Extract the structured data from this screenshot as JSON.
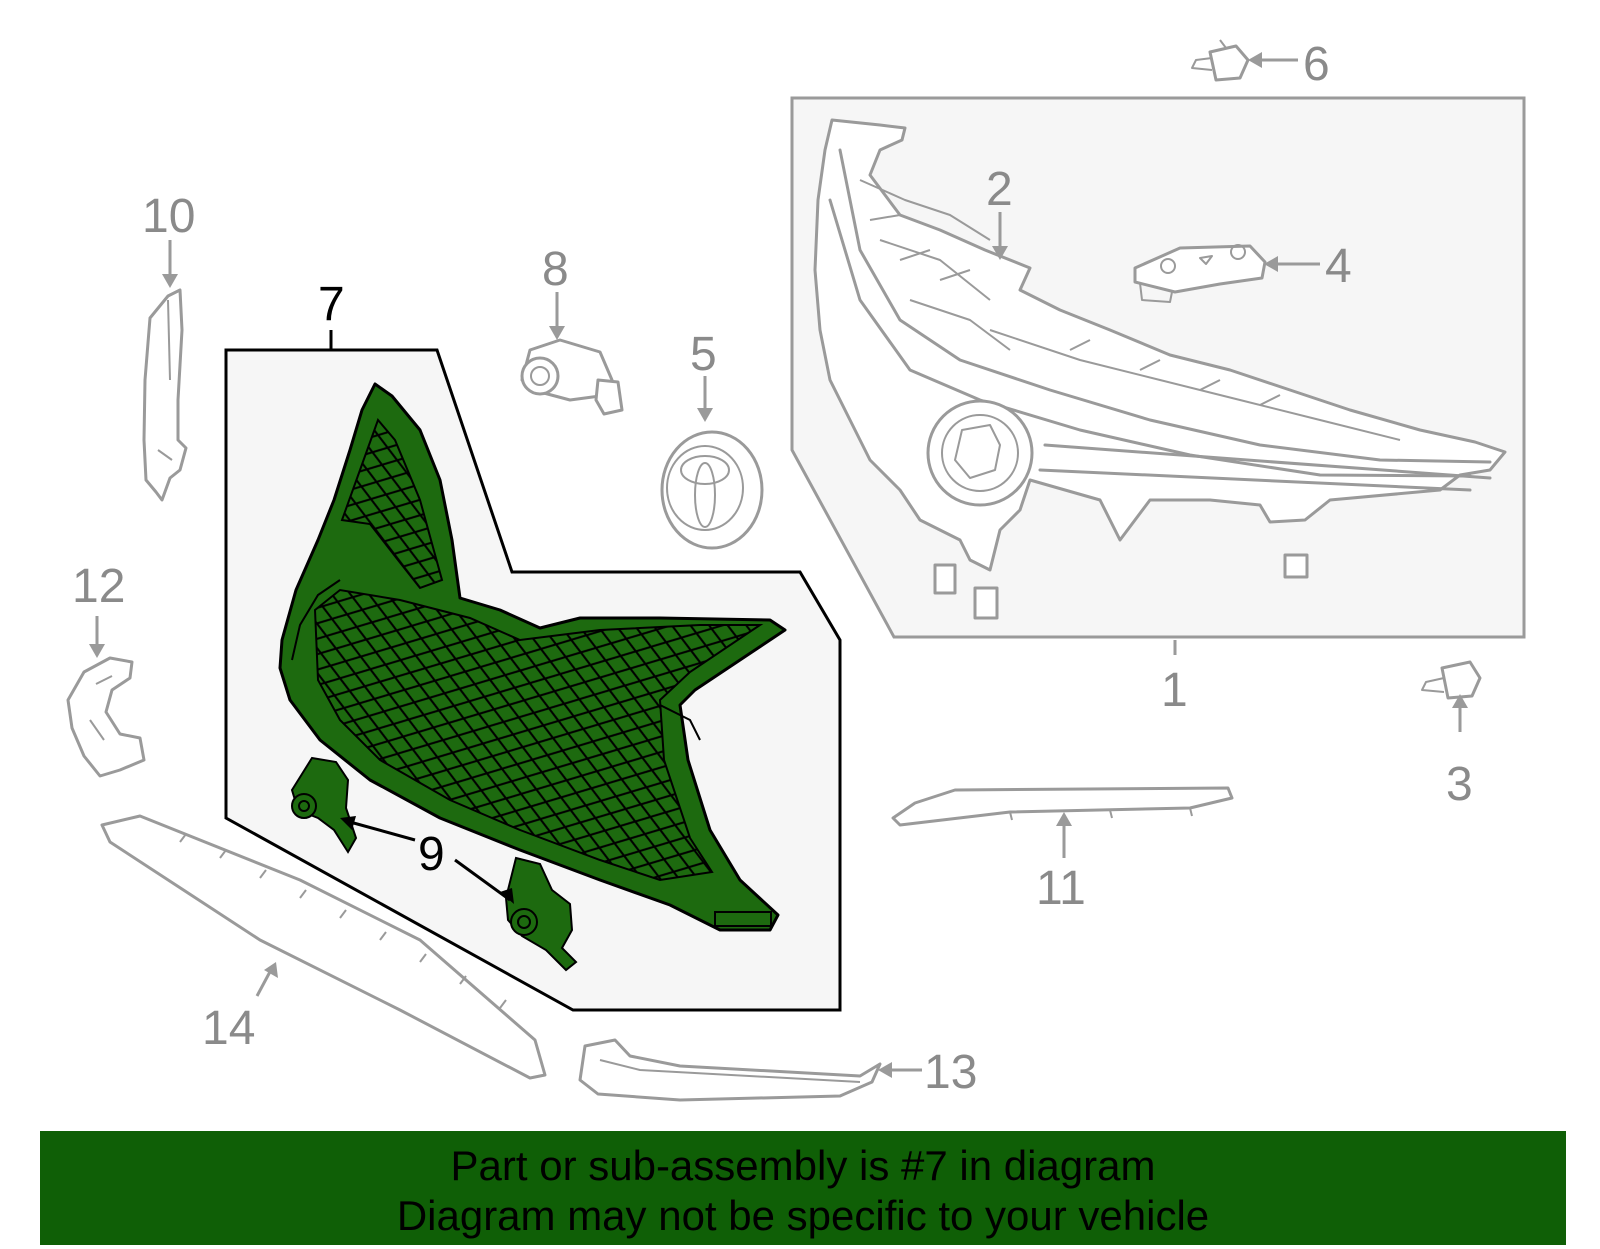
{
  "diagram": {
    "callouts": [
      "1",
      "2",
      "3",
      "4",
      "5",
      "6",
      "7",
      "8",
      "9",
      "10",
      "11",
      "12",
      "13",
      "14"
    ],
    "highlight_callout": "7",
    "colors": {
      "highlight_fill": "#1d6a0f",
      "highlight_stroke": "#000000",
      "part_outline": "#9a9a9a",
      "box_fill": "#f6f6f6",
      "banner_bg": "#0f5f06"
    }
  },
  "banner": {
    "line1": "Part or sub-assembly is #7 in diagram",
    "line2": "Diagram may not be specific to your vehicle"
  }
}
